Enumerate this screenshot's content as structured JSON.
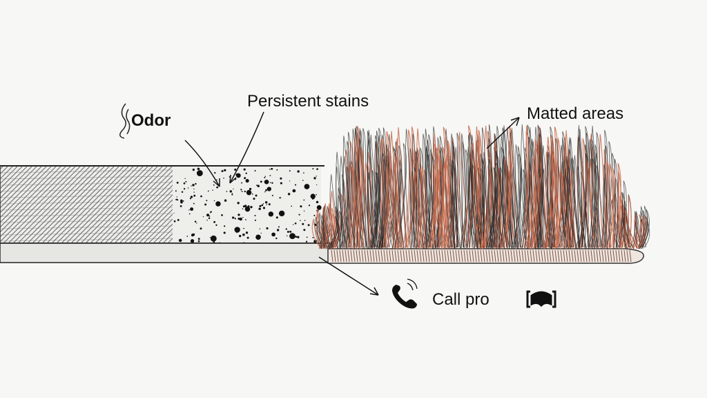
{
  "labels": {
    "odor": "Odor",
    "stains": "Persistent stains",
    "matted": "Matted areas",
    "call": "Call pro"
  },
  "icons": [
    "odor-icon",
    "phone-icon",
    "vacuum-icon"
  ],
  "colors": {
    "ink": "#1a1a1a",
    "fiber_orange": "#c8694a",
    "background": "#f7f7f5"
  }
}
